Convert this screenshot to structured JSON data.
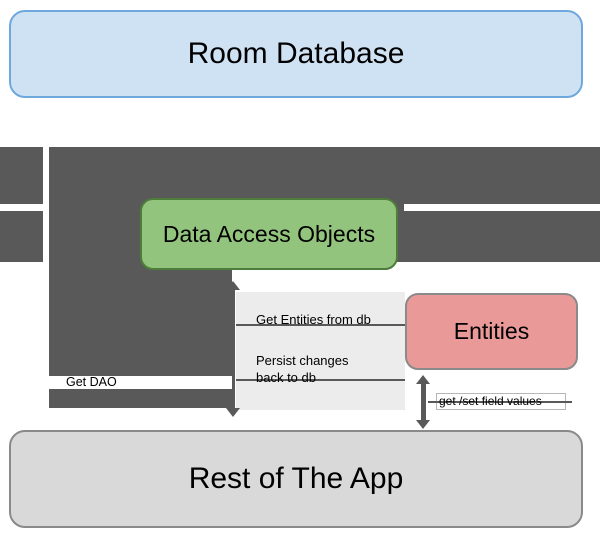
{
  "diagram": {
    "nodes": {
      "room_database": {
        "label": "Room Database",
        "fill": "#cfe2f3",
        "border": "#6fa8dc"
      },
      "data_access_objects": {
        "label": "Data Access Objects",
        "fill": "#93c47d",
        "border": "#4e7c3a"
      },
      "entities": {
        "label": "Entities",
        "fill": "#ea9999",
        "border": "#8a8a8a"
      },
      "rest_of_the_app": {
        "label": "Rest of The App",
        "fill": "#d9d9d9",
        "border": "#8a8a8a"
      }
    },
    "edges": {
      "get_dao": {
        "label": "Get DAO"
      },
      "get_entities_from_db": {
        "label": "Get Entities from db"
      },
      "persist_changes_back_to_db": {
        "label": "Persist changes back to db"
      },
      "get_set_field_values": {
        "label": "get /set field values"
      }
    },
    "colors": {
      "arrow": "#595959",
      "panel": "#ececec",
      "background": "#ffffff"
    }
  }
}
